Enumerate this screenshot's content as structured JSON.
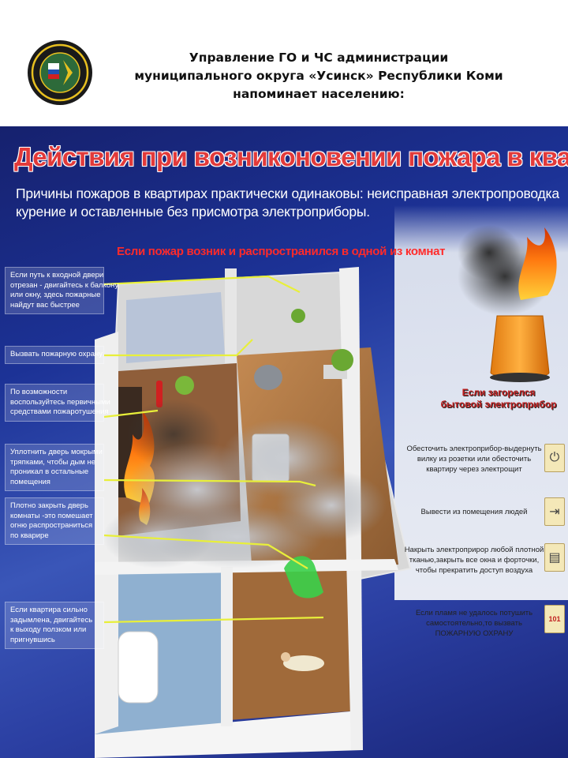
{
  "header": {
    "lines": [
      "Управление ГО и ЧС администрации",
      "муниципального округа «Усинск» Республики Коми",
      "напоминает населению:"
    ],
    "emblem_icon": "civil-defense-emblem-icon"
  },
  "poster": {
    "title": "Действия при возниконовении пожара в квартире",
    "subtitle_lines": [
      "Причины пожаров в квартирах практически одинаковы: неисправная электропроводка",
      "курение и оставленные без присмотра электроприборы."
    ],
    "red_heading": "Если пожар возник и распространился в одной из комнат",
    "left_boxes": [
      {
        "lines": [
          "Если путь к входной двери",
          "отрезан - двигайтесь к балкону",
          "или окну, здесь пожарные",
          "найдут вас быстрее"
        ]
      },
      {
        "lines": [
          "Вызвать пожарную охрану"
        ]
      },
      {
        "lines": [
          "По возможности",
          "воспользуйтесь первичными",
          "средствами пожаротушения"
        ]
      },
      {
        "lines": [
          "Уплотнить дверь мокрыми",
          "тряпками, чтобы дым не",
          "проникал в остальные",
          "помещения"
        ]
      },
      {
        "lines": [
          "Плотно закрыть дверь",
          "комнаты -это помешает",
          "огню распространиться",
          "по кварире"
        ]
      },
      {
        "lines": [
          "Если квартира сильно",
          "задымлена, двигайтесь",
          "к выходу ползком или",
          "пригнувшись"
        ]
      }
    ],
    "appliance_heading_lines": [
      "Если загорелся",
      "бытовой электроприбор"
    ],
    "right_items": [
      {
        "lines": [
          "Обесточить электроприбор-выдернуть",
          "вилку из розетки или обесточить",
          "квартиру через электрощит"
        ],
        "icon": "plug-icon"
      },
      {
        "lines": [
          "Вывести из помещения людей"
        ],
        "icon": "exit-door-icon"
      },
      {
        "lines": [
          "Накрыть электроприрор любой плотной",
          "тканью,закрыть все окна и форточки,",
          "чтобы прекратить доступ воздуха"
        ],
        "icon": "blanket-icon"
      },
      {
        "lines": [
          "Если пламя не удалось потушить",
          "самостоятельно,то вызвать",
          "ПОЖАРНУЮ ОХРАНУ"
        ],
        "icon": "phone-101-icon"
      }
    ],
    "phone_number": "101",
    "colors": {
      "title_red": "#e23a3a",
      "leader_yellow": "#e8ef3a",
      "poster_blue": "#1c3296",
      "smoke_gray": "#8a8f98",
      "flame_orange": "#ff7a10"
    }
  }
}
